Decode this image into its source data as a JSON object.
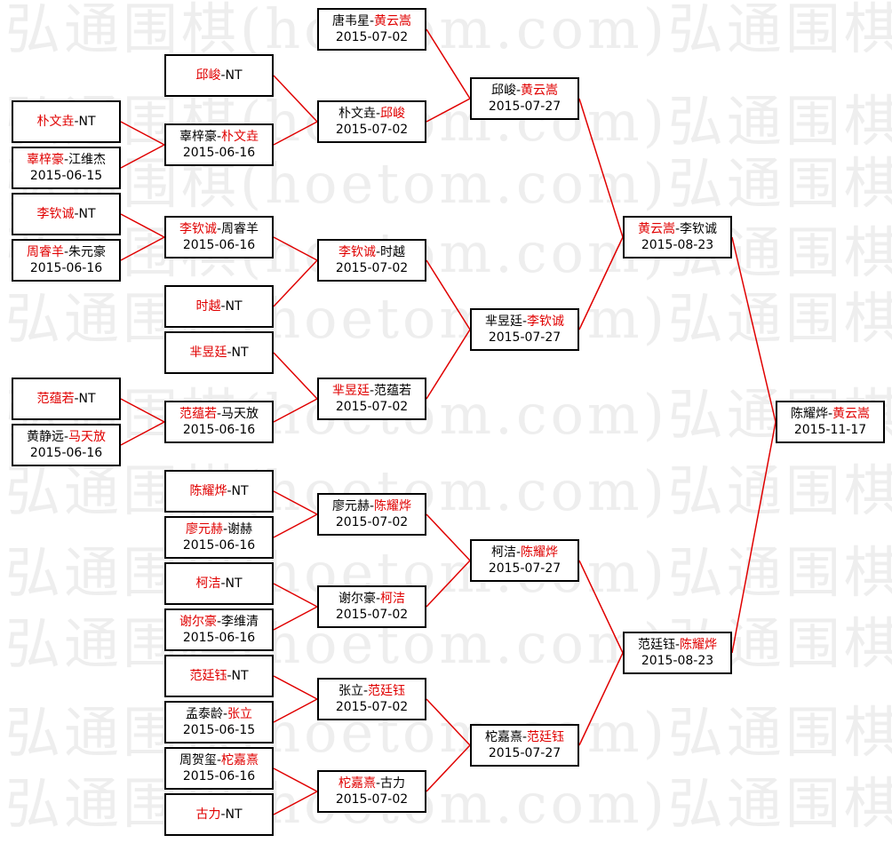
{
  "watermark": "弘通围棋(hoetom.com)弘通围棋(hoetom.com)",
  "line_color": "#e00000",
  "winner_color": "#e00000",
  "rounds": {
    "round1": [
      {
        "id": "r1-1",
        "p1": "朴文垚",
        "p2": "NT",
        "winner": 1,
        "date": ""
      },
      {
        "id": "r1-2",
        "p1": "辜梓豪",
        "p2": "江维杰",
        "winner": 1,
        "date": "2015-06-15"
      },
      {
        "id": "r1-3",
        "p1": "李钦诚",
        "p2": "NT",
        "winner": 1,
        "date": ""
      },
      {
        "id": "r1-4",
        "p1": "周睿羊",
        "p2": "朱元豪",
        "winner": 1,
        "date": "2015-06-16"
      },
      {
        "id": "r1-5",
        "p1": "范蕴若",
        "p2": "NT",
        "winner": 1,
        "date": ""
      },
      {
        "id": "r1-6",
        "p1": "黄静远",
        "p2": "马天放",
        "winner": 2,
        "date": "2015-06-16"
      }
    ],
    "round2": [
      {
        "id": "r2-1",
        "p1": "邱峻",
        "p2": "NT",
        "winner": 1,
        "date": ""
      },
      {
        "id": "r2-2",
        "p1": "辜梓豪",
        "p2": "朴文垚",
        "winner": 2,
        "date": "2015-06-16"
      },
      {
        "id": "r2-3",
        "p1": "李钦诚",
        "p2": "周睿羊",
        "winner": 1,
        "date": "2015-06-16"
      },
      {
        "id": "r2-4",
        "p1": "时越",
        "p2": "NT",
        "winner": 1,
        "date": ""
      },
      {
        "id": "r2-5",
        "p1": "芈昱廷",
        "p2": "NT",
        "winner": 1,
        "date": ""
      },
      {
        "id": "r2-6",
        "p1": "范蕴若",
        "p2": "马天放",
        "winner": 1,
        "date": "2015-06-16"
      },
      {
        "id": "r2-7",
        "p1": "陈耀烨",
        "p2": "NT",
        "winner": 1,
        "date": ""
      },
      {
        "id": "r2-8",
        "p1": "廖元赫",
        "p2": "谢赫",
        "winner": 1,
        "date": "2015-06-16"
      },
      {
        "id": "r2-9",
        "p1": "柯洁",
        "p2": "NT",
        "winner": 1,
        "date": ""
      },
      {
        "id": "r2-10",
        "p1": "谢尔豪",
        "p2": "李维清",
        "winner": 1,
        "date": "2015-06-16"
      },
      {
        "id": "r2-11",
        "p1": "范廷钰",
        "p2": "NT",
        "winner": 1,
        "date": ""
      },
      {
        "id": "r2-12",
        "p1": "孟泰龄",
        "p2": "张立",
        "winner": 2,
        "date": "2015-06-15"
      },
      {
        "id": "r2-13",
        "p1": "周贺玺",
        "p2": "柁嘉熹",
        "winner": 2,
        "date": "2015-06-16"
      },
      {
        "id": "r2-14",
        "p1": "古力",
        "p2": "NT",
        "winner": 1,
        "date": ""
      }
    ],
    "round3": [
      {
        "id": "r3-1",
        "p1": "唐韦星",
        "p2": "黄云嵩",
        "winner": 2,
        "date": "2015-07-02"
      },
      {
        "id": "r3-2",
        "p1": "朴文垚",
        "p2": "邱峻",
        "winner": 2,
        "date": "2015-07-02"
      },
      {
        "id": "r3-3",
        "p1": "李钦诚",
        "p2": "时越",
        "winner": 1,
        "date": "2015-07-02"
      },
      {
        "id": "r3-4",
        "p1": "芈昱廷",
        "p2": "范蕴若",
        "winner": 1,
        "date": "2015-07-02"
      },
      {
        "id": "r3-5",
        "p1": "廖元赫",
        "p2": "陈耀烨",
        "winner": 2,
        "date": "2015-07-02"
      },
      {
        "id": "r3-6",
        "p1": "谢尔豪",
        "p2": "柯洁",
        "winner": 2,
        "date": "2015-07-02"
      },
      {
        "id": "r3-7",
        "p1": "张立",
        "p2": "范廷钰",
        "winner": 2,
        "date": "2015-07-02"
      },
      {
        "id": "r3-8",
        "p1": "柁嘉熹",
        "p2": "古力",
        "winner": 1,
        "date": "2015-07-02"
      }
    ],
    "round4": [
      {
        "id": "r4-1",
        "p1": "邱峻",
        "p2": "黄云嵩",
        "winner": 2,
        "date": "2015-07-27"
      },
      {
        "id": "r4-2",
        "p1": "芈昱廷",
        "p2": "李钦诚",
        "winner": 2,
        "date": "2015-07-27"
      },
      {
        "id": "r4-3",
        "p1": "柯洁",
        "p2": "陈耀烨",
        "winner": 2,
        "date": "2015-07-27"
      },
      {
        "id": "r4-4",
        "p1": "柁嘉熹",
        "p2": "范廷钰",
        "winner": 2,
        "date": "2015-07-27"
      }
    ],
    "round5": [
      {
        "id": "r5-1",
        "p1": "黄云嵩",
        "p2": "李钦诚",
        "winner": 1,
        "date": "2015-08-23"
      },
      {
        "id": "r5-2",
        "p1": "范廷钰",
        "p2": "陈耀烨",
        "winner": 2,
        "date": "2015-08-23"
      }
    ],
    "final": [
      {
        "id": "f-1",
        "p1": "陈耀烨",
        "p2": "黄云嵩",
        "winner": 2,
        "date": "2015-11-17"
      }
    ]
  },
  "links": [
    [
      "r1-1",
      "r2-2"
    ],
    [
      "r1-2",
      "r2-2"
    ],
    [
      "r1-3",
      "r2-3"
    ],
    [
      "r1-4",
      "r2-3"
    ],
    [
      "r1-5",
      "r2-6"
    ],
    [
      "r1-6",
      "r2-6"
    ],
    [
      "r2-1",
      "r3-2"
    ],
    [
      "r2-2",
      "r3-2"
    ],
    [
      "r2-3",
      "r3-3"
    ],
    [
      "r2-4",
      "r3-3"
    ],
    [
      "r2-5",
      "r3-4"
    ],
    [
      "r2-6",
      "r3-4"
    ],
    [
      "r2-7",
      "r3-5"
    ],
    [
      "r2-8",
      "r3-5"
    ],
    [
      "r2-9",
      "r3-6"
    ],
    [
      "r2-10",
      "r3-6"
    ],
    [
      "r2-11",
      "r3-7"
    ],
    [
      "r2-12",
      "r3-7"
    ],
    [
      "r2-13",
      "r3-8"
    ],
    [
      "r2-14",
      "r3-8"
    ],
    [
      "r3-1",
      "r4-1"
    ],
    [
      "r3-2",
      "r4-1"
    ],
    [
      "r3-3",
      "r4-2"
    ],
    [
      "r3-4",
      "r4-2"
    ],
    [
      "r3-5",
      "r4-3"
    ],
    [
      "r3-6",
      "r4-3"
    ],
    [
      "r3-7",
      "r4-4"
    ],
    [
      "r3-8",
      "r4-4"
    ],
    [
      "r4-1",
      "r5-1"
    ],
    [
      "r4-2",
      "r5-1"
    ],
    [
      "r4-3",
      "r5-2"
    ],
    [
      "r4-4",
      "r5-2"
    ],
    [
      "r5-1",
      "f-1"
    ],
    [
      "r5-2",
      "f-1"
    ]
  ]
}
